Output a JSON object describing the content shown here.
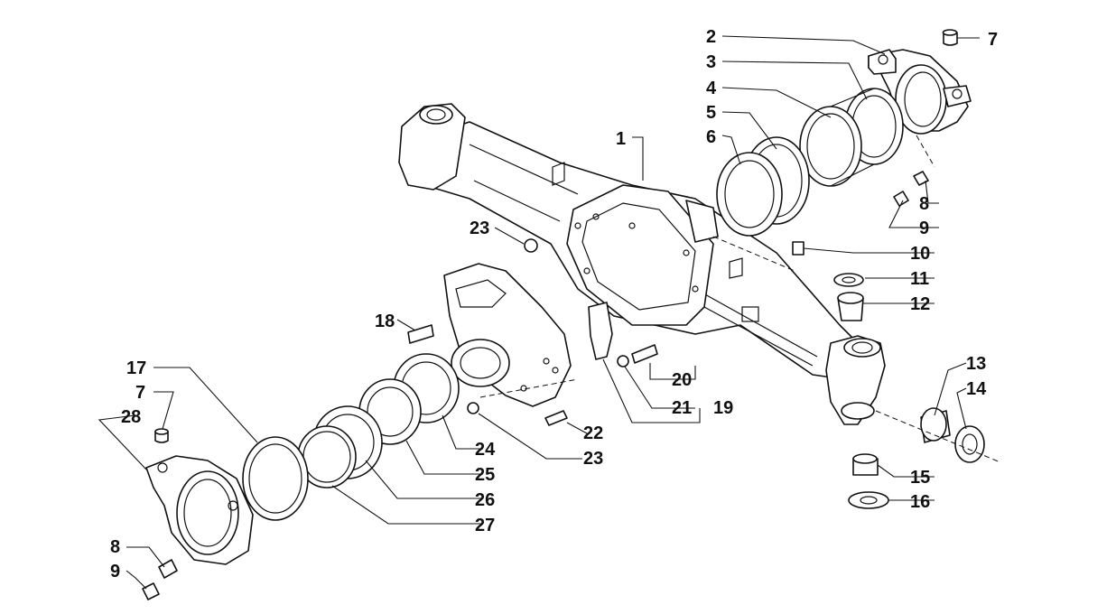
{
  "labels": {
    "n1": "1",
    "n2": "2",
    "n3": "3",
    "n4": "4",
    "n5": "5",
    "n6": "6",
    "n7a": "7",
    "n7b": "7",
    "n8a": "8",
    "n8b": "8",
    "n9a": "9",
    "n9b": "9",
    "n10": "10",
    "n11": "11",
    "n12": "12",
    "n13": "13",
    "n14": "14",
    "n15": "15",
    "n16": "16",
    "n17": "17",
    "n18": "18",
    "n19": "19",
    "n20": "20",
    "n21": "21",
    "n22": "22",
    "n23a": "23",
    "n23b": "23",
    "n24": "24",
    "n25": "25",
    "n26": "26",
    "n27": "27",
    "n28": "28"
  }
}
